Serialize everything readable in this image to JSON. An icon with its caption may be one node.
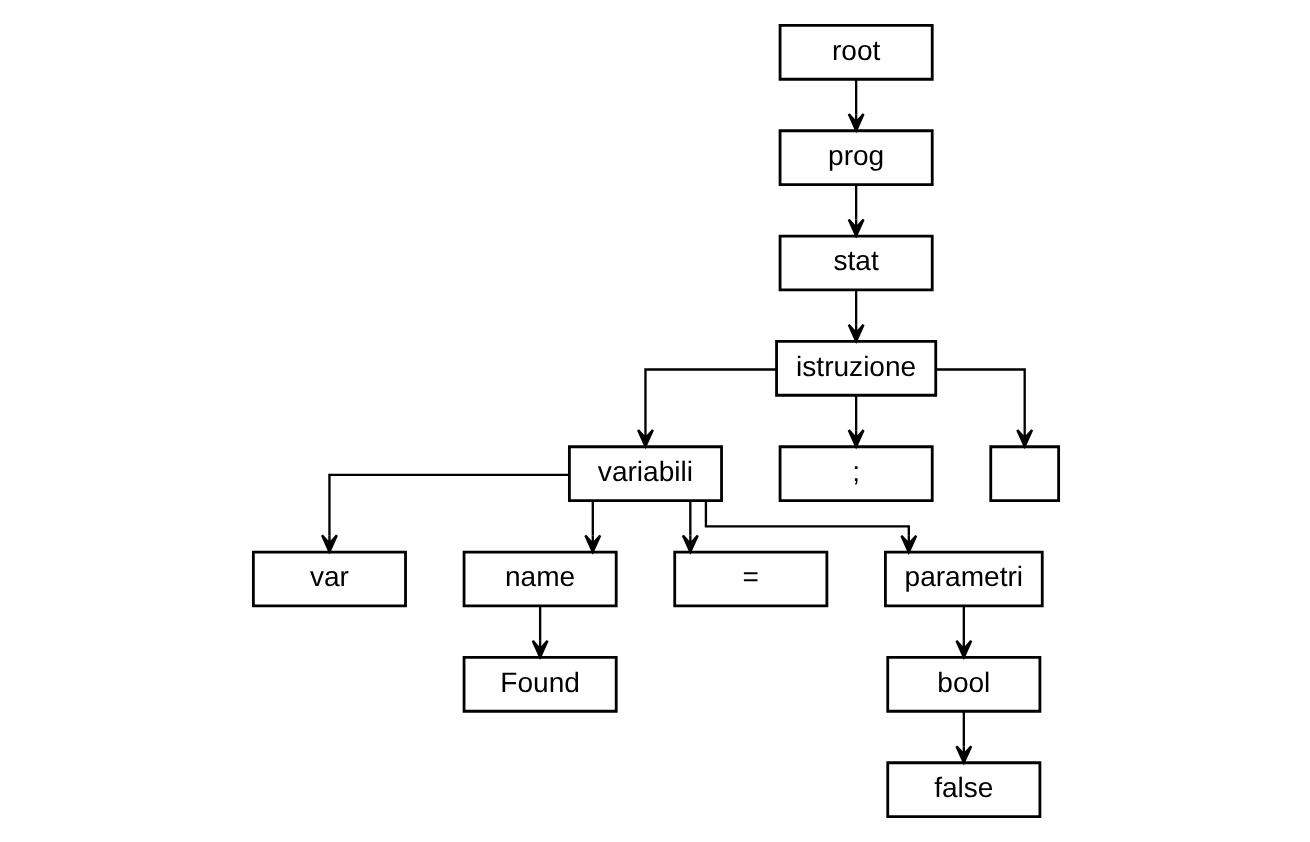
{
  "diagram": {
    "nodes": [
      {
        "text": [
          "root"
        ]
      },
      {
        "text": [
          "prog"
        ]
      },
      {
        "text": [
          "stat"
        ]
      },
      {
        "text": [
          "istruzione"
        ]
      },
      {
        "text": [
          "variabili"
        ]
      },
      {
        "text": [
          ";"
        ]
      },
      {
        "text": [],
        "shape": "box"
      },
      {
        "text": [
          "var"
        ]
      },
      {
        "text": [
          "name"
        ]
      },
      {
        "text": [
          "="
        ]
      },
      {
        "text": [
          "parametri"
        ]
      },
      {
        "text": [
          "Found"
        ]
      },
      {
        "text": [
          "bool"
        ]
      },
      {
        "text": [
          "false"
        ]
      }
    ],
    "edges": [
      {
        "from": 0,
        "to": 1,
        "arrow": "to"
      },
      {
        "from": 1,
        "to": 2,
        "arrow": "to"
      },
      {
        "from": 2,
        "to": 3,
        "arrow": "to"
      },
      {
        "from": 3,
        "to": 4,
        "arrow": "to"
      },
      {
        "from": 3,
        "to": 5,
        "arrow": "to"
      },
      {
        "from": 3,
        "to": 6,
        "arrow": "to"
      },
      {
        "from": 4,
        "to": 7,
        "arrow": "to"
      },
      {
        "from": 4,
        "to": 8,
        "arrow": "to"
      },
      {
        "from": 4,
        "to": 9,
        "arrow": "to"
      },
      {
        "from": 4,
        "to": 10,
        "arrow": "to"
      },
      {
        "from": 8,
        "to": 11,
        "arrow": "to"
      },
      {
        "from": 10,
        "to": 12,
        "arrow": "to"
      },
      {
        "from": 12,
        "to": 13,
        "arrow": "to"
      }
    ]
  }
}
